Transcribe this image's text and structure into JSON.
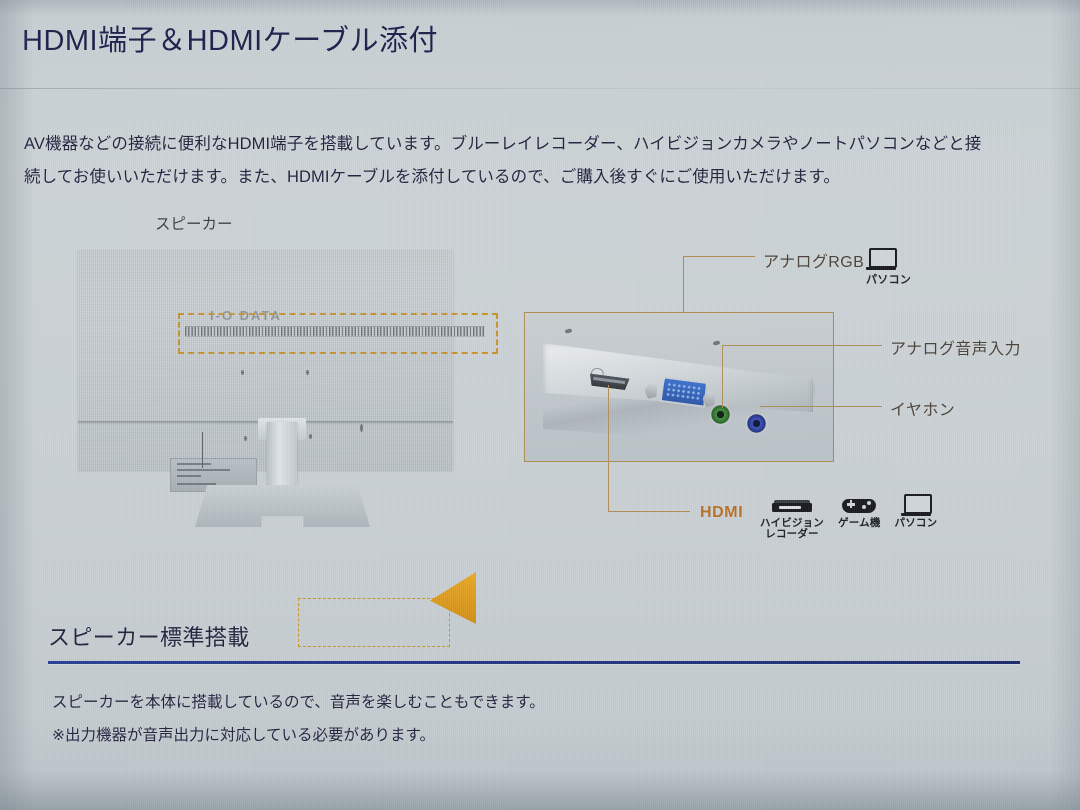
{
  "page": {
    "title": "HDMI端子＆HDMIケーブル添付",
    "intro_lines": [
      "AV機器などの接続に便利なHDMI端子を搭載しています。ブルーレイレコーダー、ハイビジョンカメラやノートパソコンなどと接",
      "続してお使いいただけます。また、HDMIケーブルを添付しているので、ご購入後すぐにご使用いただけます。"
    ]
  },
  "figure": {
    "monitor_brand": "I-O DATA",
    "speaker_label": "スピーカー",
    "callouts": {
      "analog_rgb": "アナログRGB",
      "analog_rgb_device": "パソコン",
      "analog_audio_in": "アナログ音声入力",
      "earphone": "イヤホン",
      "hdmi": "HDMI"
    },
    "hdmi_devices": [
      {
        "name": "hd-recorder",
        "caption_line1": "ハイビジョン",
        "caption_line2": "レコーダー"
      },
      {
        "name": "game-console",
        "caption_line1": "ゲーム機",
        "caption_line2": ""
      },
      {
        "name": "personal-computer",
        "caption_line1": "パソコン",
        "caption_line2": ""
      }
    ],
    "ports": [
      {
        "name": "hdmi-port",
        "label": "HDMI"
      },
      {
        "name": "vga-port",
        "label": "アナログRGB"
      },
      {
        "name": "audio-in-jack",
        "label": "アナログ音声入力",
        "color": "#3f8f3c"
      },
      {
        "name": "earphone-jack",
        "label": "イヤホン",
        "color": "#3a4fc0"
      }
    ]
  },
  "section": {
    "heading": "スピーカー標準搭載",
    "body_lines": [
      "スピーカーを本体に搭載しているので、音声を楽しむこともできます。",
      "※出力機器が音声出力に対応している必要があります。"
    ]
  },
  "colors": {
    "title": "#20224d",
    "rule_blue": "#23357f",
    "callout_orange": "#b08d55",
    "hdmi_orange": "#b5712a",
    "dashed_gold": "#c7952f",
    "background": "#c9d1d4"
  }
}
